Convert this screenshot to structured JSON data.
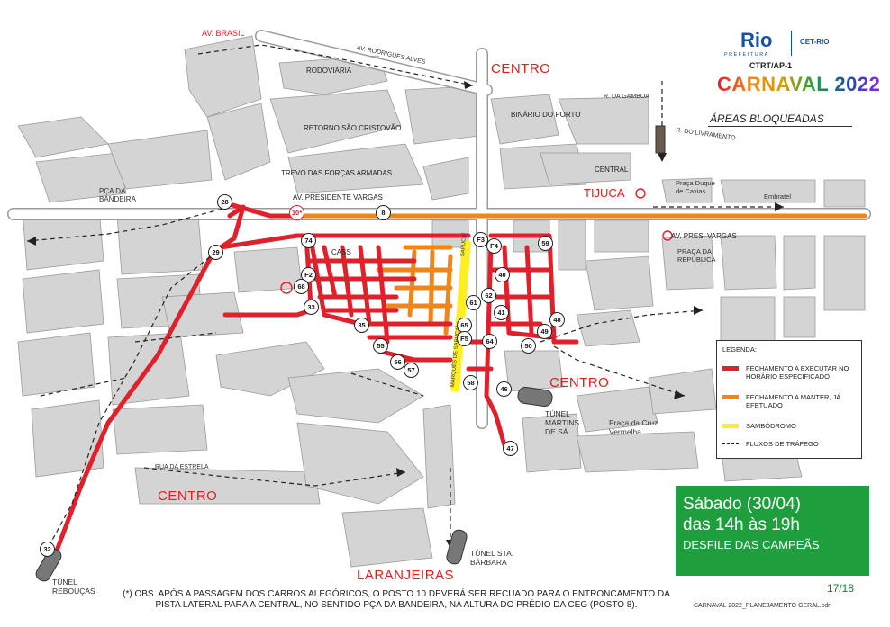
{
  "map": {
    "areas": {
      "centro_top": "CENTRO",
      "centro_mid": "CENTRO",
      "centro_bottom": "CENTRO",
      "laranjeiras": "LARANJEIRAS",
      "tijuca": "TIJUCA"
    },
    "streets": {
      "av_brasil": "AV. BRASIL",
      "rodrigues_alves": "AV. RODRIGUES ALVES",
      "rodoviaria": "RODOVIÁRIA",
      "binario": "BINÁRIO DO PORTO",
      "retorno": "RETORNO SÃO CRISTOVÃO",
      "trevo": "TREVO DAS FORÇAS ARMADAS",
      "pres_vargas": "AV. PRESIDENTE VARGAS",
      "pres_vargas_east": "AV.    PRES.    VARGAS",
      "central": "CENTRAL",
      "praca_bandeira": "PÇA DA BANDEIRA",
      "duque_caxias": "Praça Duque de Caxias",
      "embratel": "Embratel",
      "praca_republica": "PRAÇA DA REPÚBLICA",
      "dagamboa": "R. DA GAMBOA",
      "livramento": "R. DO LIVRAMENTO",
      "cruz_vermelha": "Praça da Cruz Vermelha",
      "tunel_martins": "TÚNEL MARTINS DE SÁ",
      "tunel_barbara": "TÚNEL STA. BÁRBARA",
      "tunel_reboucas": "TÚNEL REBOUÇAS",
      "rua_estrela": "RUA DA ESTRELA",
      "sapucai": "SAPUCAÍ",
      "marques_sapucai": "MARQUÊS DE SAPUCAÍ",
      "cass": "CASS"
    },
    "posts": [
      "28",
      "10*",
      "8",
      "74",
      "29",
      "F2",
      "68",
      "33",
      "35",
      "55",
      "56",
      "57",
      "F3",
      "F4",
      "59",
      "40",
      "61",
      "62",
      "65",
      "F5",
      "41",
      "64",
      "58",
      "46",
      "47",
      "49",
      "48",
      "50",
      "32"
    ]
  },
  "logo": {
    "rio": "Rio",
    "prefeitura": "PREFEITURA",
    "cet": "CET-RIO",
    "ctrt": "CTRT/AP-1",
    "carnaval": "CARNAVAL 2022",
    "areas": "ÁREAS BLOQUEADAS"
  },
  "legend": {
    "title": "LEGENDA:",
    "items": [
      {
        "label": "FECHAMENTO A EXECUTAR NO HORÁRIO ESPECIFICADO",
        "color": "#e0202b"
      },
      {
        "label": "FECHAMENTO A MANTER, JÁ EFETUADO",
        "color": "#f0851a"
      },
      {
        "label": "SAMBÓDROMO",
        "color": "#ffee22"
      },
      {
        "label": "FLUXOS DE TRÁFEGO",
        "color": "#222222"
      }
    ]
  },
  "schedule": {
    "day": "Sábado (30/04)",
    "hours": "das 14h às 19h",
    "event": "DESFILE DAS CAMPEÃS"
  },
  "page_number": "17/18",
  "footnote": "(*) OBS. APÓS A PASSAGEM DOS CARROS ALEGÓRICOS, O POSTO 10 DEVERÁ SER RECUADO PARA O ENTRONCAMENTO DA PISTA LATERAL PARA A CENTRAL, NO SENTIDO PÇA DA BANDEIRA, NA ALTURA DO PRÉDIO DA CEG (POSTO 8).",
  "file_name": "CARNAVAL 2022_PLANEJAMENTO GERAL.cdr",
  "colors": {
    "block": "#d4d4d4",
    "closure": "#e0202b",
    "maintained": "#f0851a",
    "sambodromo": "#ffee22",
    "green_box": "#1f9e3e"
  }
}
